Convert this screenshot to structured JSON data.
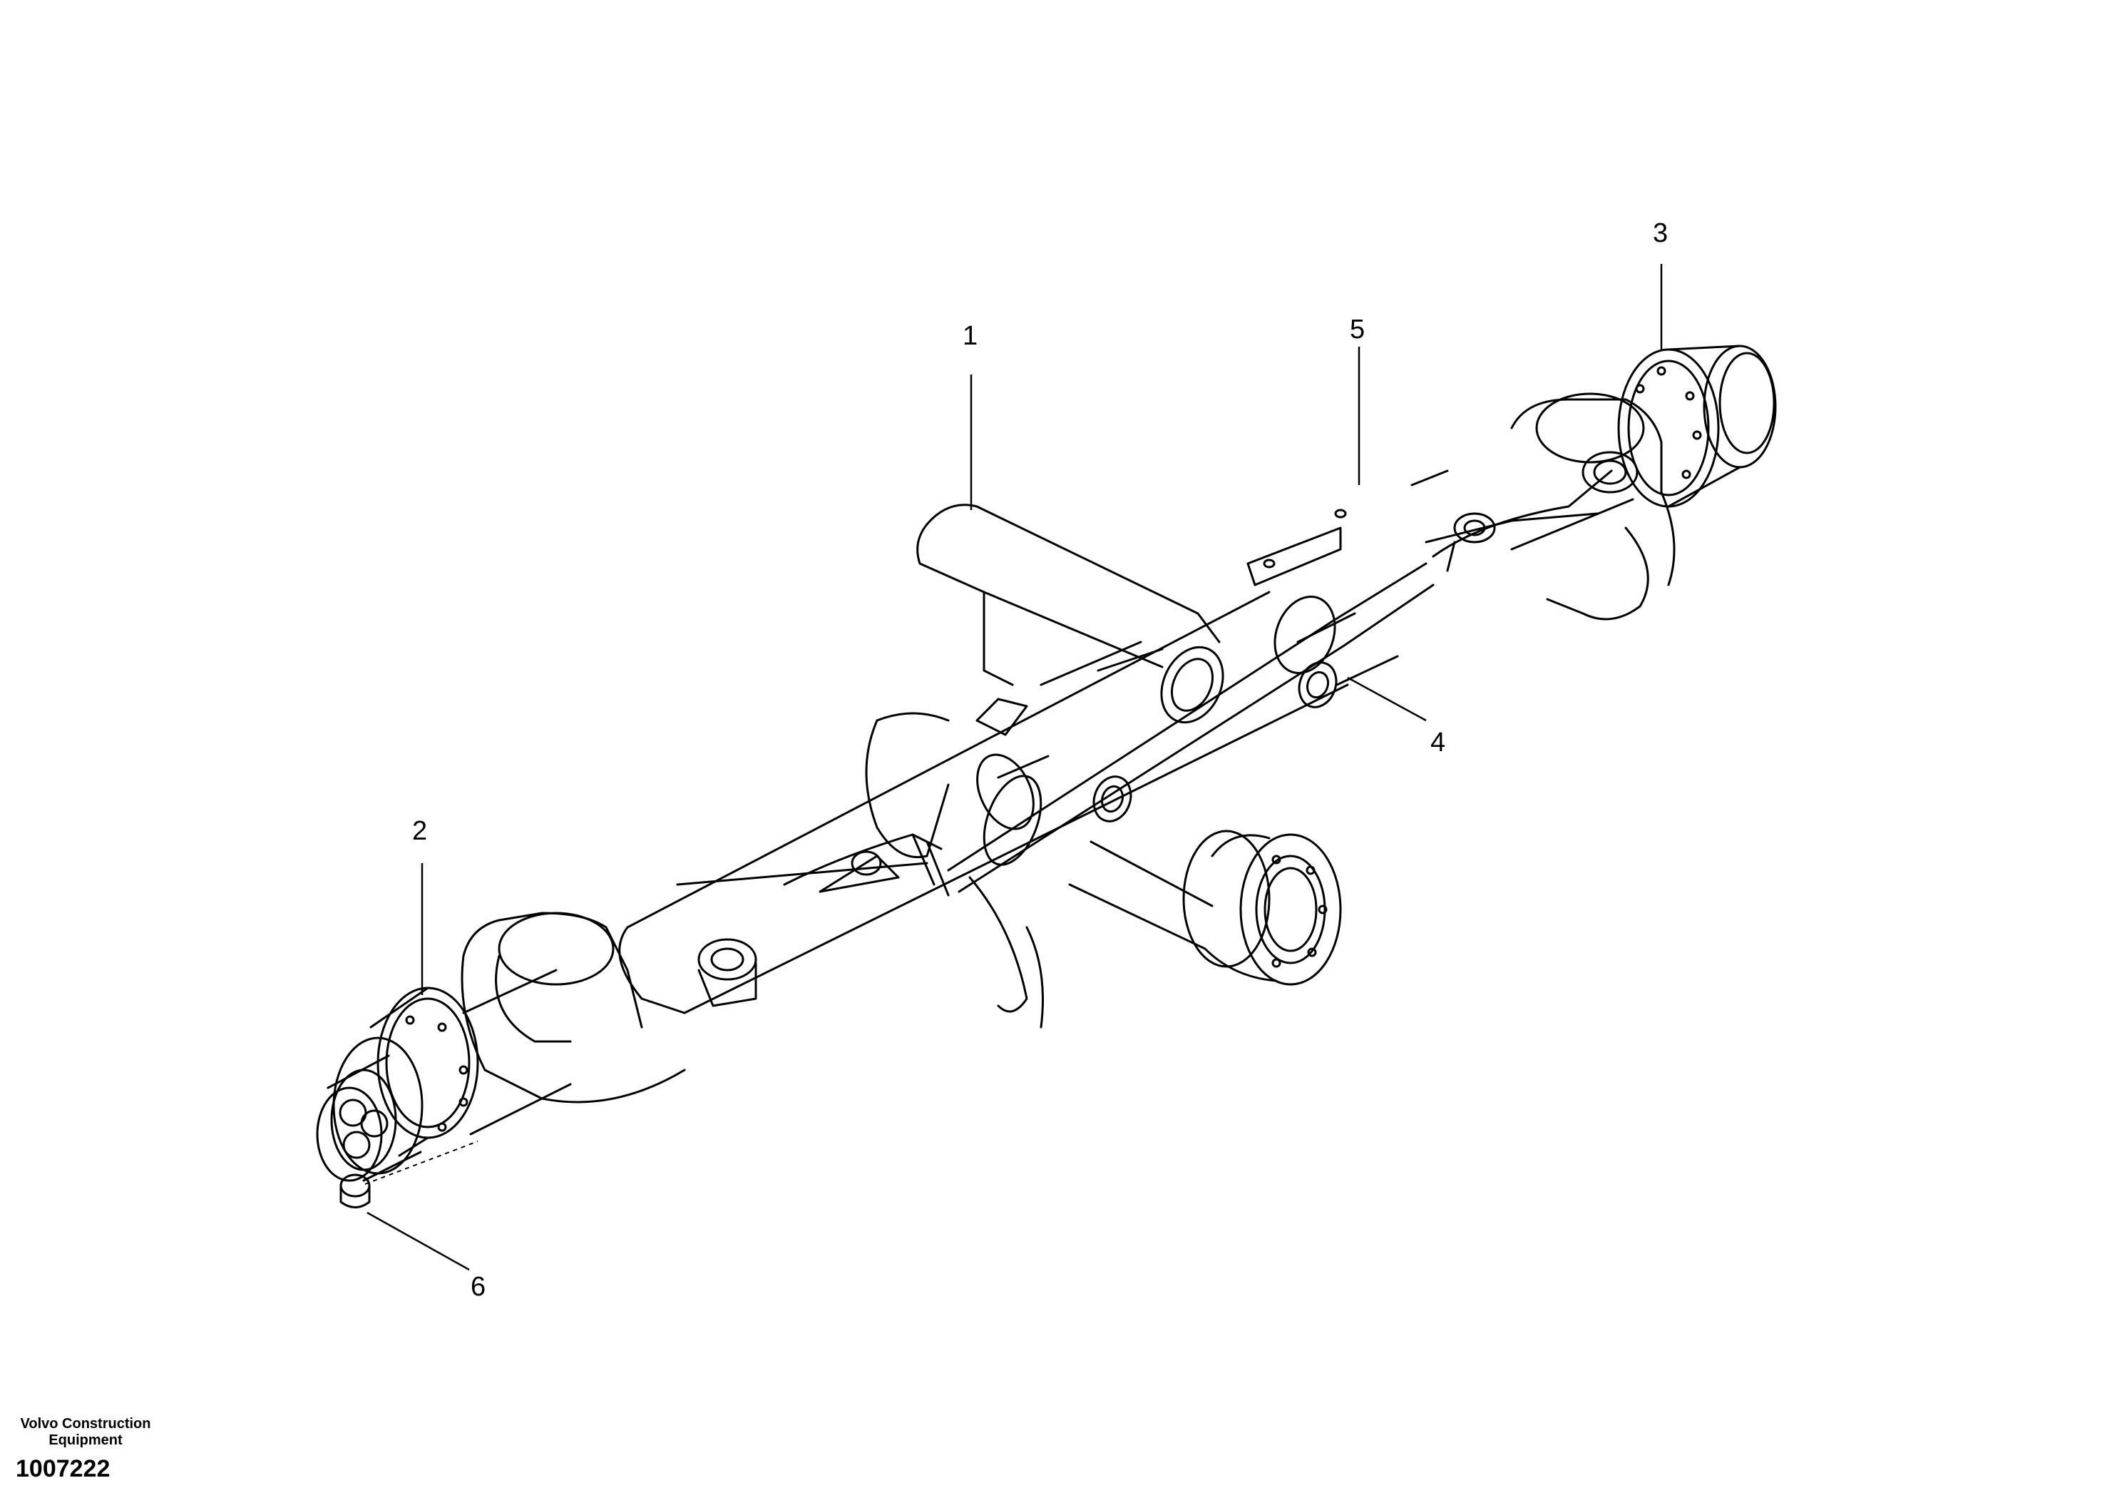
{
  "callouts": {
    "c1": "1",
    "c2": "2",
    "c3": "3",
    "c4": "4",
    "c5": "5",
    "c6": "6"
  },
  "footer": {
    "org_line1": "Volvo Construction",
    "org_line2": "Equipment",
    "reference_number": "1007222"
  },
  "colors": {
    "line": "#000000",
    "background": "#ffffff"
  }
}
